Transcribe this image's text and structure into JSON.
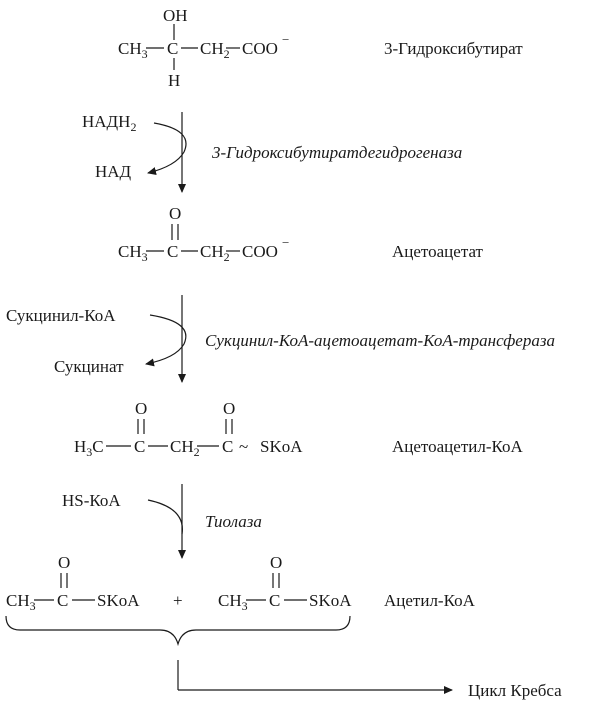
{
  "compounds": {
    "hydroxybutyrate": "3-Гидроксибутират",
    "acetoacetate": "Ацетоацетат",
    "acetoacetyl_coa": "Ацетоацетил-КоА",
    "acetyl_coa": "Ацетил-КоА"
  },
  "enzymes": {
    "dehydrogenase": "3-Гидроксибутиратдегидрогеназа",
    "transferase": "Сукцинил-КоА-ацетоацетат-КоА-трансфераза",
    "thiolase": "Тиолаза"
  },
  "cofactors": {
    "nadh2": "НАДН",
    "nadh2_sub": "2",
    "nad": "НАД",
    "succinyl_coa": "Сукцинил-КоА",
    "succinate": "Сукцинат",
    "hs_coa": "HS-КоА"
  },
  "atoms": {
    "oh": "OH",
    "h": "H",
    "o": "O",
    "c": "C",
    "ch": "CH",
    "h_prefix": "H",
    "sub3": "3",
    "sub2": "2",
    "coo": "COO",
    "minus": "−",
    "skoa": "SKoA",
    "tilde": "~",
    "plus": "+"
  },
  "final": "Цикл Кребса"
}
